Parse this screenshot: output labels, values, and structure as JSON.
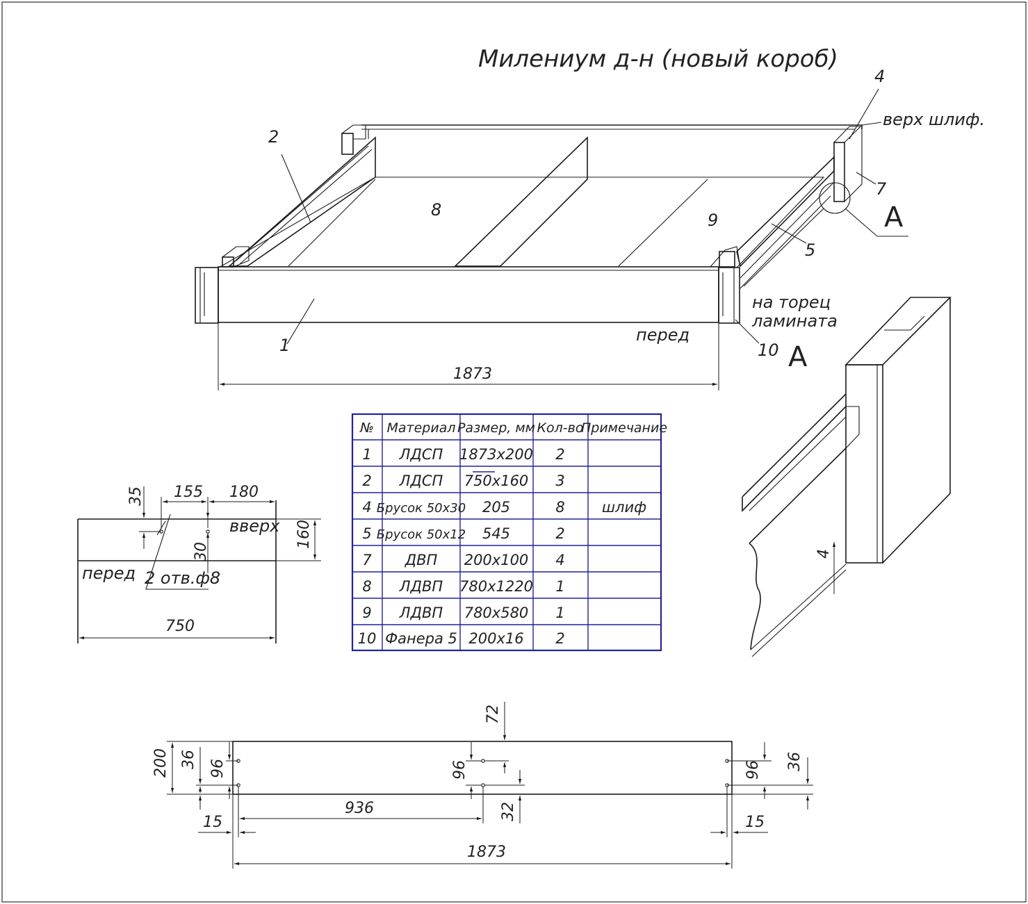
{
  "title": "Милениум д-н (новый короб)",
  "assembly": {
    "callouts": {
      "p1": "1",
      "p2": "2",
      "p4": "4",
      "p5": "5",
      "p7": "7",
      "p8": "8",
      "p9": "9",
      "p10": "10"
    },
    "notes": {
      "top_sanded": "верх шлиф.",
      "end_face_1": "на торец",
      "end_face_2": "ламината",
      "front": "перед"
    },
    "detail_ref": "A",
    "overall_length": "1873"
  },
  "detail_a": {
    "label": "A",
    "gap": "4"
  },
  "side_panel": {
    "dims": {
      "top_offset": "35",
      "hole_spacing": "155",
      "hole_to_end": "180",
      "height": "160",
      "hole_height": "30",
      "length": "750"
    },
    "labels": {
      "up": "вверх",
      "front": "перед",
      "holes": "2 отв.ф8"
    }
  },
  "front_panel": {
    "dims": {
      "height": "200",
      "left_top": "36",
      "left_hole_gap": "96",
      "mid_top": "72",
      "mid_hole_gap": "96",
      "mid_bottom": "32",
      "mid_offset": "936",
      "right_hole_gap": "96",
      "right_top": "36",
      "left_edge": "15",
      "right_edge": "15",
      "length": "1873"
    }
  },
  "parts_table": {
    "headers": [
      "№",
      "Материал",
      "Размер, мм",
      "Кол-во",
      "Примечание"
    ],
    "rows": [
      [
        "1",
        "ЛДСП",
        "1873х200",
        "2",
        ""
      ],
      [
        "2",
        "ЛДСП",
        "750х160",
        "3",
        ""
      ],
      [
        "4",
        "Брусок 50х30",
        "205",
        "8",
        "шлиф"
      ],
      [
        "5",
        "Брусок 50х12",
        "545",
        "2",
        ""
      ],
      [
        "7",
        "ДВП",
        "200х100",
        "4",
        ""
      ],
      [
        "8",
        "ЛДВП",
        "780х1220",
        "1",
        ""
      ],
      [
        "9",
        "ЛДВП",
        "780х580",
        "1",
        ""
      ],
      [
        "10",
        "Фанера 5",
        "200х16",
        "2",
        ""
      ]
    ]
  }
}
